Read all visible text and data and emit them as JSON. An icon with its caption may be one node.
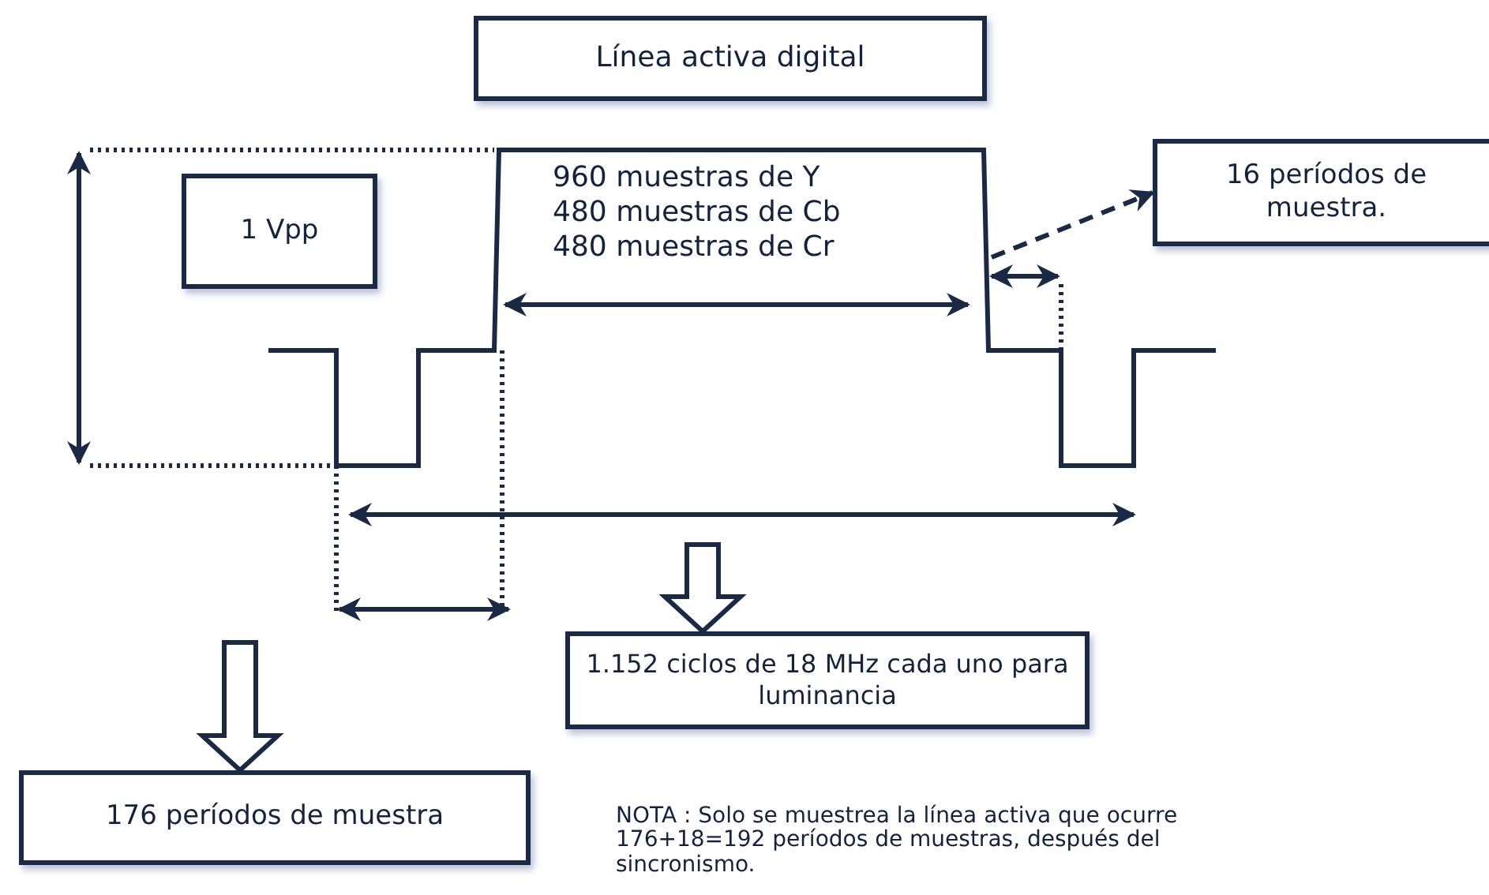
{
  "diagram": {
    "nodes": [
      {
        "text": [
          "Línea activa digital"
        ]
      },
      {
        "text": [
          "1 Vpp"
        ]
      },
      {
        "text": [
          "16 períodos de muestra."
        ]
      },
      {
        "text": [
          "1.152 ciclos de 18 MHz cada uno para luminancia"
        ]
      },
      {
        "text": [
          "176 períodos de muestra"
        ]
      }
    ],
    "edges": [
      {
        "from": null,
        "to": 2,
        "arrow": "to",
        "style": "dashed"
      },
      {
        "from": null,
        "to": 3,
        "arrow": "to",
        "style": "thick"
      },
      {
        "from": null,
        "to": 4,
        "arrow": "to",
        "style": "thick"
      }
    ],
    "labels": [
      "960 muestras de Y",
      "480 muestras de Cb",
      "480 muestras de Cr",
      "NOTA : Solo se muestrea la línea activa que ocurre 176+18=192 períodos de muestras, después del sincronismo."
    ]
  }
}
